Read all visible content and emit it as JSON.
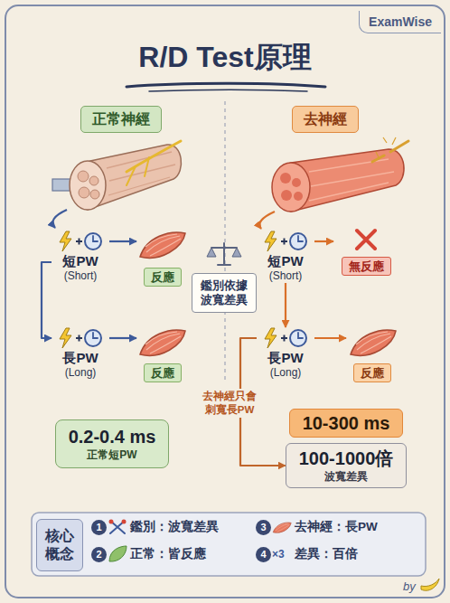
{
  "diagram": {
    "title": "R/D Test原理",
    "nodes": [
      {
        "text": [
          "ExamWise"
        ]
      },
      {
        "text": [
          "正常神經"
        ]
      },
      {
        "text": [
          "去神經"
        ]
      },
      {
        "text": [
          "短PW",
          "(Short)"
        ]
      },
      {
        "text": [
          "反應"
        ]
      },
      {
        "text": [
          "鑑別依據 波寬差異"
        ]
      },
      {
        "text": [
          "短PW",
          "(Short)"
        ]
      },
      {
        "text": [
          "無反應"
        ]
      },
      {
        "text": [
          "長PW",
          "(Long)"
        ]
      },
      {
        "text": [
          "反應"
        ]
      },
      {
        "text": [
          "長PW",
          "(Long)"
        ]
      },
      {
        "text": [
          "反應"
        ]
      },
      {
        "text": [
          "0.2-0.4 ms",
          "正常短PW"
        ]
      },
      {
        "text": [
          "10-300 ms"
        ]
      },
      {
        "text": [
          "100-1000倍",
          "波寬差異"
        ]
      },
      {
        "text": [
          "核心 概念"
        ]
      }
    ],
    "edges": [
      {
        "from": 3,
        "to": 8,
        "arrow": "to"
      },
      {
        "from": 6,
        "to": 10,
        "arrow": "to"
      },
      {
        "from": 3,
        "to": 4,
        "arrow": "to"
      },
      {
        "from": 8,
        "to": 9,
        "arrow": "to"
      },
      {
        "from": 6,
        "to": 7,
        "arrow": "to"
      },
      {
        "from": 10,
        "to": 11,
        "arrow": "to"
      },
      {
        "from": 10,
        "to": 14,
        "label": "去神經只會 刺寬長PW",
        "arrow": "to"
      }
    ],
    "labels": [
      "1",
      "鑑別：波寬差異",
      "3",
      "去神經：長PW",
      "2",
      "正常：皆反應",
      "4",
      "×3",
      "差異：百倍",
      "by"
    ]
  }
}
